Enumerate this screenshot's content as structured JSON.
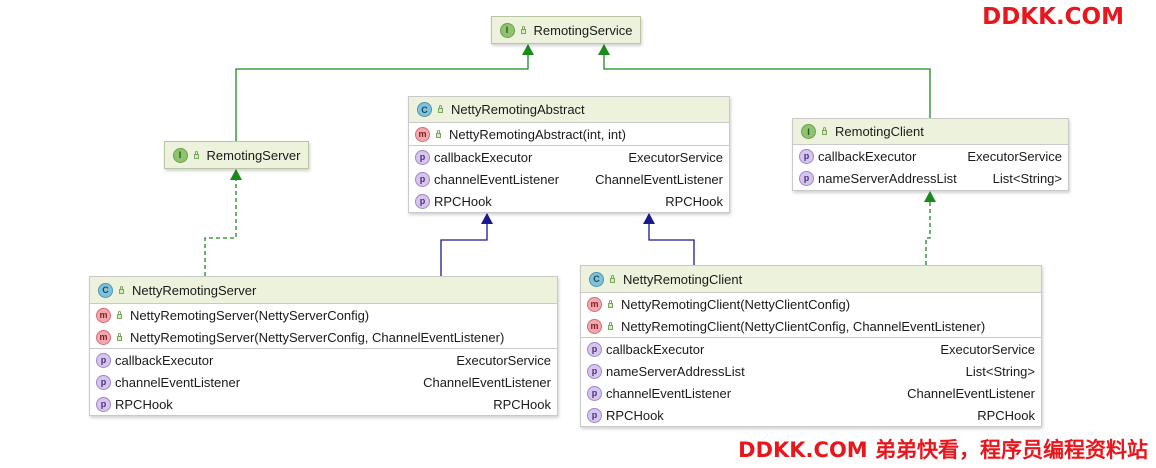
{
  "watermark_top": "DDKK.COM",
  "watermark_bottom": "DDKK.COM 弟弟快看，程序员编程资料站",
  "nodes": {
    "remoting_service": {
      "kind_letter": "I",
      "name": "RemotingService"
    },
    "remoting_server": {
      "kind_letter": "I",
      "name": "RemotingServer"
    },
    "netty_remoting_abstract": {
      "kind_letter": "C",
      "name": "NettyRemotingAbstract",
      "methods": [
        {
          "icon": "m",
          "label": "NettyRemotingAbstract(int, int)"
        }
      ],
      "fields": [
        {
          "icon": "p",
          "name": "callbackExecutor",
          "type": "ExecutorService"
        },
        {
          "icon": "p",
          "name": "channelEventListener",
          "type": "ChannelEventListener"
        },
        {
          "icon": "p",
          "name": "RPCHook",
          "type": "RPCHook"
        }
      ]
    },
    "remoting_client": {
      "kind_letter": "I",
      "name": "RemotingClient",
      "fields": [
        {
          "icon": "p",
          "name": "callbackExecutor",
          "type": "ExecutorService"
        },
        {
          "icon": "p",
          "name": "nameServerAddressList",
          "type": "List<String>"
        }
      ]
    },
    "netty_remoting_server": {
      "kind_letter": "C",
      "name": "NettyRemotingServer",
      "methods": [
        {
          "icon": "m",
          "label": "NettyRemotingServer(NettyServerConfig)"
        },
        {
          "icon": "m",
          "label": "NettyRemotingServer(NettyServerConfig, ChannelEventListener)"
        }
      ],
      "fields": [
        {
          "icon": "p",
          "name": "callbackExecutor",
          "type": "ExecutorService"
        },
        {
          "icon": "p",
          "name": "channelEventListener",
          "type": "ChannelEventListener"
        },
        {
          "icon": "p",
          "name": "RPCHook",
          "type": "RPCHook"
        }
      ]
    },
    "netty_remoting_client": {
      "kind_letter": "C",
      "name": "NettyRemotingClient",
      "methods": [
        {
          "icon": "m",
          "label": "NettyRemotingClient(NettyClientConfig)"
        },
        {
          "icon": "m",
          "label": "NettyRemotingClient(NettyClientConfig, ChannelEventListener)"
        }
      ],
      "fields": [
        {
          "icon": "p",
          "name": "callbackExecutor",
          "type": "ExecutorService"
        },
        {
          "icon": "p",
          "name": "nameServerAddressList",
          "type": "List<String>"
        },
        {
          "icon": "p",
          "name": "channelEventListener",
          "type": "ChannelEventListener"
        },
        {
          "icon": "p",
          "name": "RPCHook",
          "type": "RPCHook"
        }
      ]
    }
  },
  "edges": [
    {
      "from": "remoting_server",
      "to": "remoting_service",
      "kind": "extends"
    },
    {
      "from": "remoting_client",
      "to": "remoting_service",
      "kind": "extends"
    },
    {
      "from": "netty_remoting_server",
      "to": "remoting_server",
      "kind": "implements"
    },
    {
      "from": "netty_remoting_client",
      "to": "remoting_client",
      "kind": "implements"
    },
    {
      "from": "netty_remoting_server",
      "to": "netty_remoting_abstract",
      "kind": "inherits"
    },
    {
      "from": "netty_remoting_client",
      "to": "netty_remoting_abstract",
      "kind": "inherits"
    }
  ],
  "colors": {
    "interface_edge": "#1a8a1a",
    "class_edge": "#1a1a8a"
  }
}
